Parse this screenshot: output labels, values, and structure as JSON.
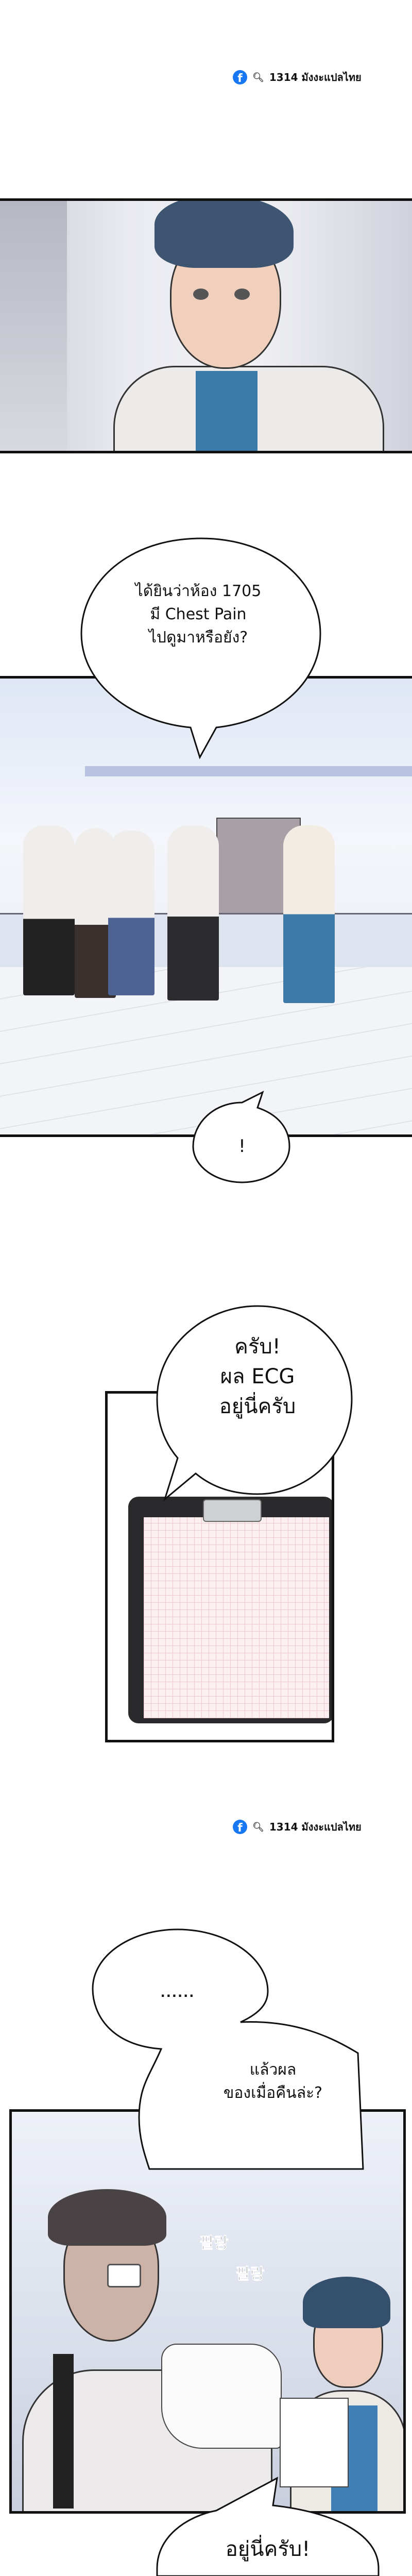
{
  "watermark": {
    "icons": [
      "facebook-icon",
      "search-icon"
    ],
    "text": "1314 มังงะแปลไทย",
    "brand_color": "#1877f2"
  },
  "bubbles": {
    "room_question": "ได้ยินว่าห้อง 1705\nมี Chest Pain\nไปดูมาหรือยัง?",
    "exclaim": "!",
    "yes_ecg": "ครับ!\nผล ECG\nอยู่นี่ครับ",
    "ellipsis": "......",
    "last_night": "แล้วผล\nของเมื่อคืนล่ะ?",
    "here_it_is": "อยู่นี่ครับ!"
  },
  "sfx": [
    "팔랑",
    "팔랑"
  ]
}
